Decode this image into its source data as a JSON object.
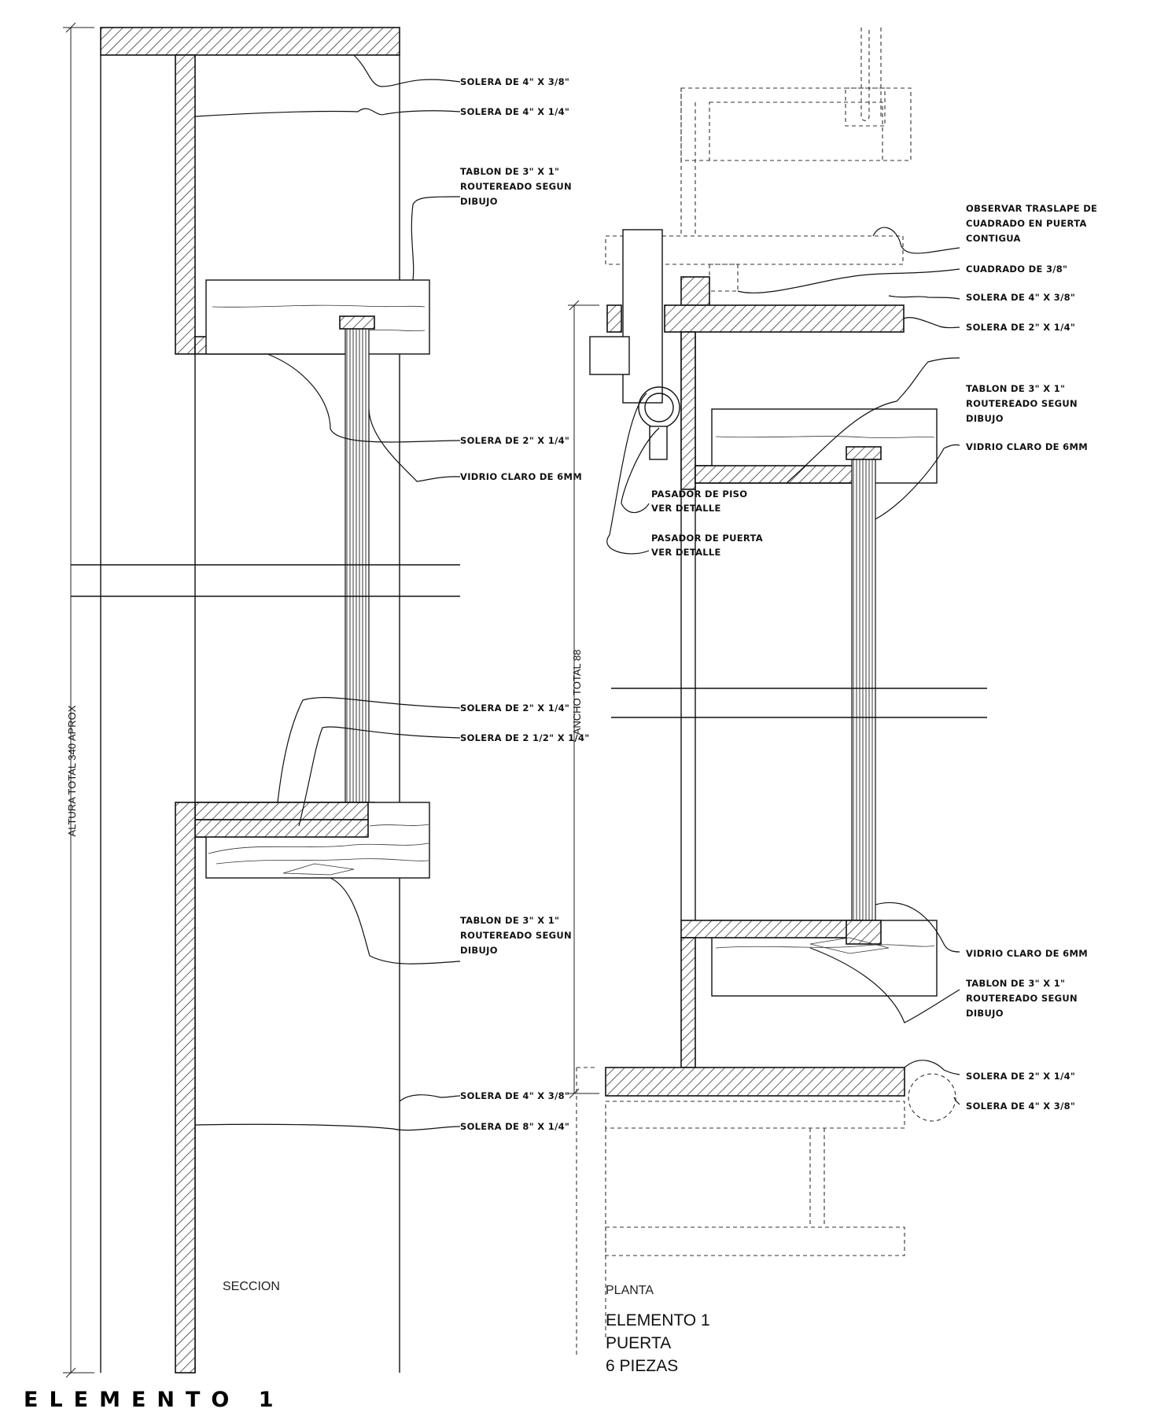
{
  "title": "ELEMENTO 1",
  "section": {
    "label": "SECCION",
    "dimension": "ALTURA TOTAL 340 APROX",
    "notes": [
      "SOLERA DE 4\" X 3/8\"",
      "SOLERA DE 4\" X 1/4\"",
      [
        "TABLON DE 3\" X 1\"",
        "ROUTEREADO SEGUN",
        "DIBUJO"
      ],
      "SOLERA DE 2\" X 1/4\"",
      "VIDRIO CLARO DE 6MM",
      "SOLERA DE 2\" X 1/4\"",
      "SOLERA DE 2 1/2\" X 1/4\"",
      [
        "TABLON DE 3\" X 1\"",
        "ROUTEREADO SEGUN",
        "DIBUJO"
      ],
      "SOLERA DE 4\" X 3/8\"",
      "SOLERA DE 8\" X 1/4\""
    ]
  },
  "plan": {
    "label": "PLANTA",
    "dimension": "ANCHO TOTAL 88",
    "caption": [
      "ELEMENTO 1",
      "PUERTA",
      "6 PIEZAS"
    ],
    "notes": [
      [
        "OBSERVAR TRASLAPE DE",
        "CUADRADO EN PUERTA",
        "CONTIGUA"
      ],
      "CUADRADO DE 3/8\"",
      "SOLERA DE 4\" X 3/8\"",
      "SOLERA DE 2\" X 1/4\"",
      [
        "TABLON DE 3\" X 1\"",
        "ROUTEREADO SEGUN",
        "DIBUJO"
      ],
      "VIDRIO CLARO DE 6MM",
      [
        "PASADOR DE PISO",
        "VER DETALLE"
      ],
      [
        "PASADOR DE PUERTA",
        "VER DETALLE"
      ],
      "VIDRIO CLARO DE 6MM",
      [
        "TABLON DE 3\" X 1\"",
        "ROUTEREADO SEGUN",
        "DIBUJO"
      ],
      "SOLERA DE 2\" X 1/4\"",
      "SOLERA DE 4\" X 3/8\""
    ]
  }
}
